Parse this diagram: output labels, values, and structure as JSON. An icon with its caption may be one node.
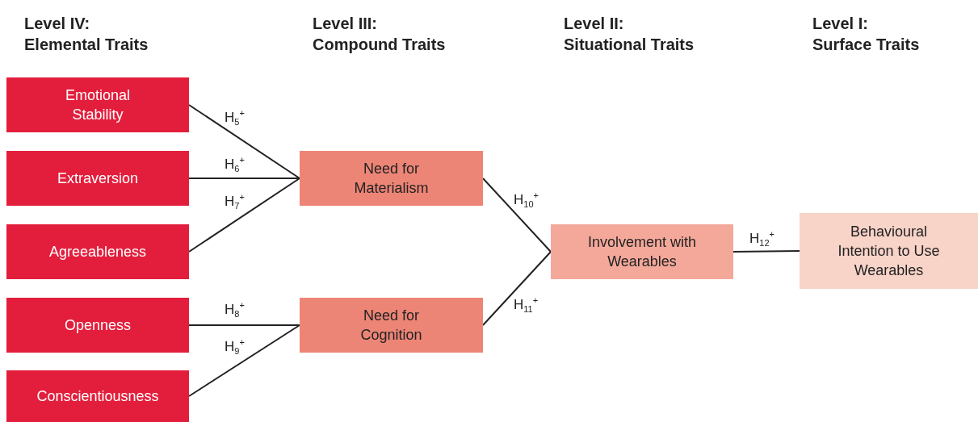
{
  "diagram": {
    "nodes": [
      {
        "text": [
          "Emotional Stability"
        ]
      },
      {
        "text": [
          "Extraversion"
        ]
      },
      {
        "text": [
          "Agreeableness"
        ]
      },
      {
        "text": [
          "Openness"
        ]
      },
      {
        "text": [
          "Conscientiousness"
        ]
      },
      {
        "text": [
          "Need for Materialism"
        ]
      },
      {
        "text": [
          "Need for Cognition"
        ]
      },
      {
        "text": [
          "Involvement with Wearables"
        ]
      },
      {
        "text": [
          "Behavioural Intention to Use Wearables"
        ]
      }
    ],
    "edges": [
      {
        "from": 0,
        "to": 5,
        "arrow": "none",
        "label": "H$_{5}$$^{+}$"
      },
      {
        "from": 1,
        "to": 5,
        "arrow": "none",
        "label": "H$_{6}$$^{+}$"
      },
      {
        "from": 2,
        "to": 5,
        "arrow": "none",
        "label": "H$_{7}$$^{+}$"
      },
      {
        "from": 3,
        "to": 6,
        "arrow": "none",
        "label": "H$_{8}$$^{+}$"
      },
      {
        "from": 4,
        "to": 6,
        "arrow": "none",
        "label": "H$_{9}$$^{+}$"
      },
      {
        "from": 5,
        "to": 7,
        "arrow": "none",
        "label": "H$_{10}$$^{+}$"
      },
      {
        "from": 6,
        "to": 7,
        "arrow": "none",
        "label": "H$_{11}$$^{+}$"
      },
      {
        "from": 7,
        "to": 8,
        "arrow": "none",
        "label": "H$_{12}$$^{+}$"
      }
    ],
    "labels": [
      "Level IV:",
      "Elemental Traits",
      "Level III:",
      "Compound Traits",
      "Level II:",
      "Situational Traits",
      "Level I:",
      "Surface Traits"
    ]
  }
}
